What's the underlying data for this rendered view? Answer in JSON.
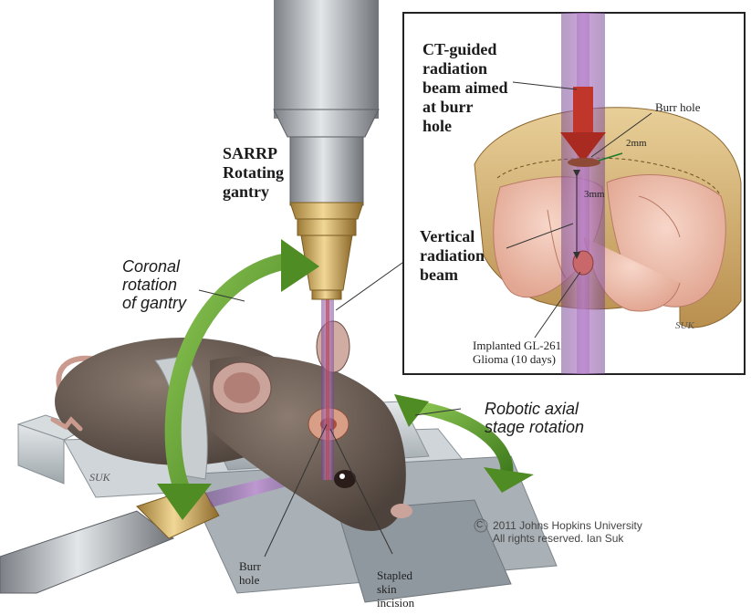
{
  "colors": {
    "arrow_green": "#5e9c2e",
    "beam_purple": "#7d4a9a",
    "beam_red": "#b8322a",
    "skull_tan": "#d9b77a",
    "brain_pink": "#efc3b3",
    "gantry_gray": "#9a9ea3",
    "collimator_gold": "#c7a25a",
    "mouse_brown": "#6f5f55",
    "stage_gray": "#c9ced2"
  },
  "labels": {
    "gantry": "SARRP\nRotating\ngantry",
    "coronal": "Coronal\nrotation\nof gantry",
    "robotic": "Robotic axial\nstage rotation",
    "burr_hole_main": "Burr\nhole",
    "stapled": "Stapled\nskin\nincision",
    "copyright": "2011 Johns Hopkins University\nAll rights reserved. Ian Suk",
    "copyright_symbol": "C"
  },
  "inset": {
    "ct_guided": "CT-guided\nradiation\nbeam aimed\nat burr\nhole",
    "burr_hole": "Burr hole",
    "two_mm": "2mm",
    "three_mm": "3mm",
    "vertical": "Vertical\nradiation\nbeam",
    "implanted": "Implanted GL-261\nGlioma (10 days)"
  },
  "signatures": [
    "SUK",
    "SUK"
  ]
}
